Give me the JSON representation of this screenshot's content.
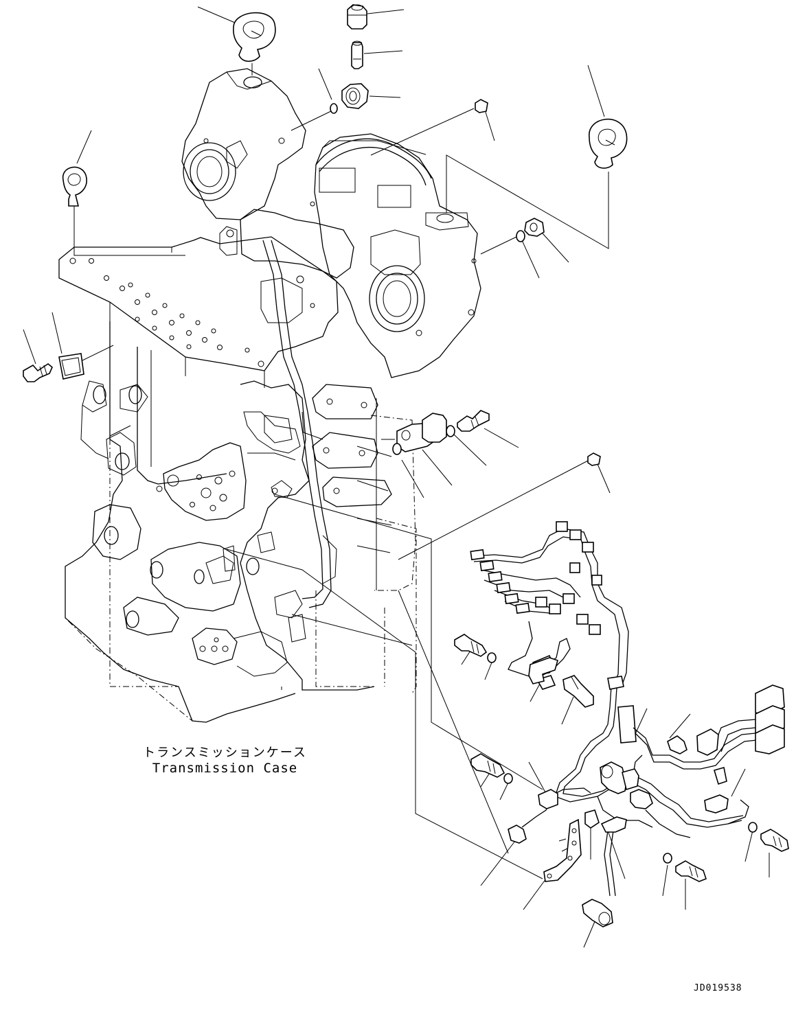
{
  "case_label_jp": "トランスミッションケース",
  "case_label_en": "Transmission Case",
  "drawing_id": "JD019538",
  "line_color": "#000000",
  "background_color": "#ffffff",
  "parts": [
    {
      "name": "eye-bolt-top"
    },
    {
      "name": "eye-bolt-left"
    },
    {
      "name": "eye-bolt-right"
    },
    {
      "name": "plug"
    },
    {
      "name": "dowel-pin"
    },
    {
      "name": "elbow-fitting"
    },
    {
      "name": "o-ring"
    },
    {
      "name": "breather-cap"
    },
    {
      "name": "bolt-and-gasket-plate"
    },
    {
      "name": "speed-sensor"
    },
    {
      "name": "wiring-harness"
    },
    {
      "name": "pressure-sensors"
    },
    {
      "name": "brackets-and-clamps"
    }
  ]
}
